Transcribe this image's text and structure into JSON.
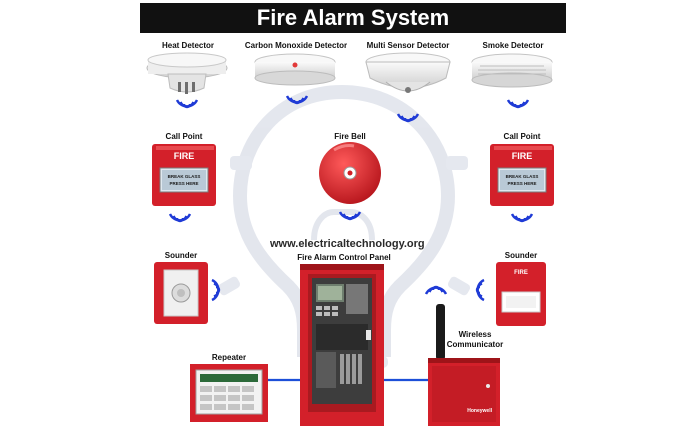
{
  "title": "Fire Alarm System",
  "website": "www.electricaltechnology.org",
  "labels": {
    "heat_detector": "Heat Detector",
    "co_detector": "Carbon Monoxide Detector",
    "multi_sensor": "Multi Sensor Detector",
    "smoke_detector": "Smoke Detector",
    "call_point_left": "Call Point",
    "fire_bell": "Fire Bell",
    "call_point_right": "Call Point",
    "sounder_left": "Sounder",
    "control_panel": "Fire Alarm Control Panel",
    "sounder_right": "Sounder",
    "repeater": "Repeater",
    "wireless_comm_line1": "Wireless",
    "wireless_comm_line2": "Communicator"
  },
  "device_text": {
    "fire": "FIRE",
    "break_glass": "BREAK GLASS",
    "press_here": "PRESS HERE",
    "brand": "Honeywell"
  },
  "colors": {
    "red": "#d3202a",
    "dark_red": "#9e1419",
    "wireless_blue": "#1f3bd6",
    "wire_blue": "#1d4fd8",
    "bulb": "#e3e6ee"
  },
  "icons": [
    "wireless-signal-icon",
    "light-bulb-watermark-icon"
  ]
}
